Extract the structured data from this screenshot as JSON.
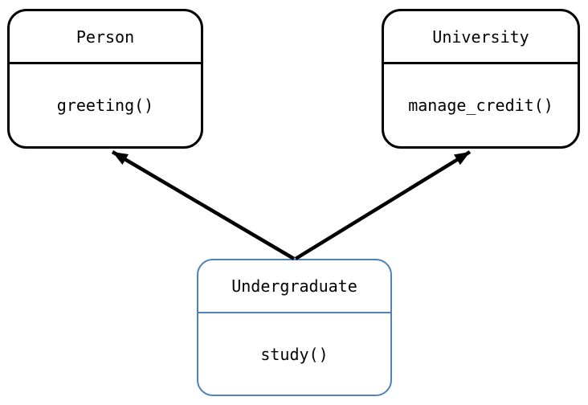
{
  "diagram": {
    "kind": "uml-class-diagram",
    "background_color": "#ffffff",
    "text_color": "#000000",
    "arrow_color": "#000000",
    "classes": [
      {
        "id": "person",
        "name": "Person",
        "methods": [
          "greeting()"
        ],
        "border_color": "#000000",
        "role": "parent"
      },
      {
        "id": "university",
        "name": "University",
        "methods": [
          "manage_credit()"
        ],
        "border_color": "#000000",
        "role": "parent"
      },
      {
        "id": "undergraduate",
        "name": "Undergraduate",
        "methods": [
          "study()"
        ],
        "border_color": "#4f81bd",
        "role": "child"
      }
    ],
    "relations": [
      {
        "from": "Undergraduate",
        "to": "Person",
        "type": "inheritance"
      },
      {
        "from": "Undergraduate",
        "to": "University",
        "type": "inheritance"
      }
    ]
  }
}
